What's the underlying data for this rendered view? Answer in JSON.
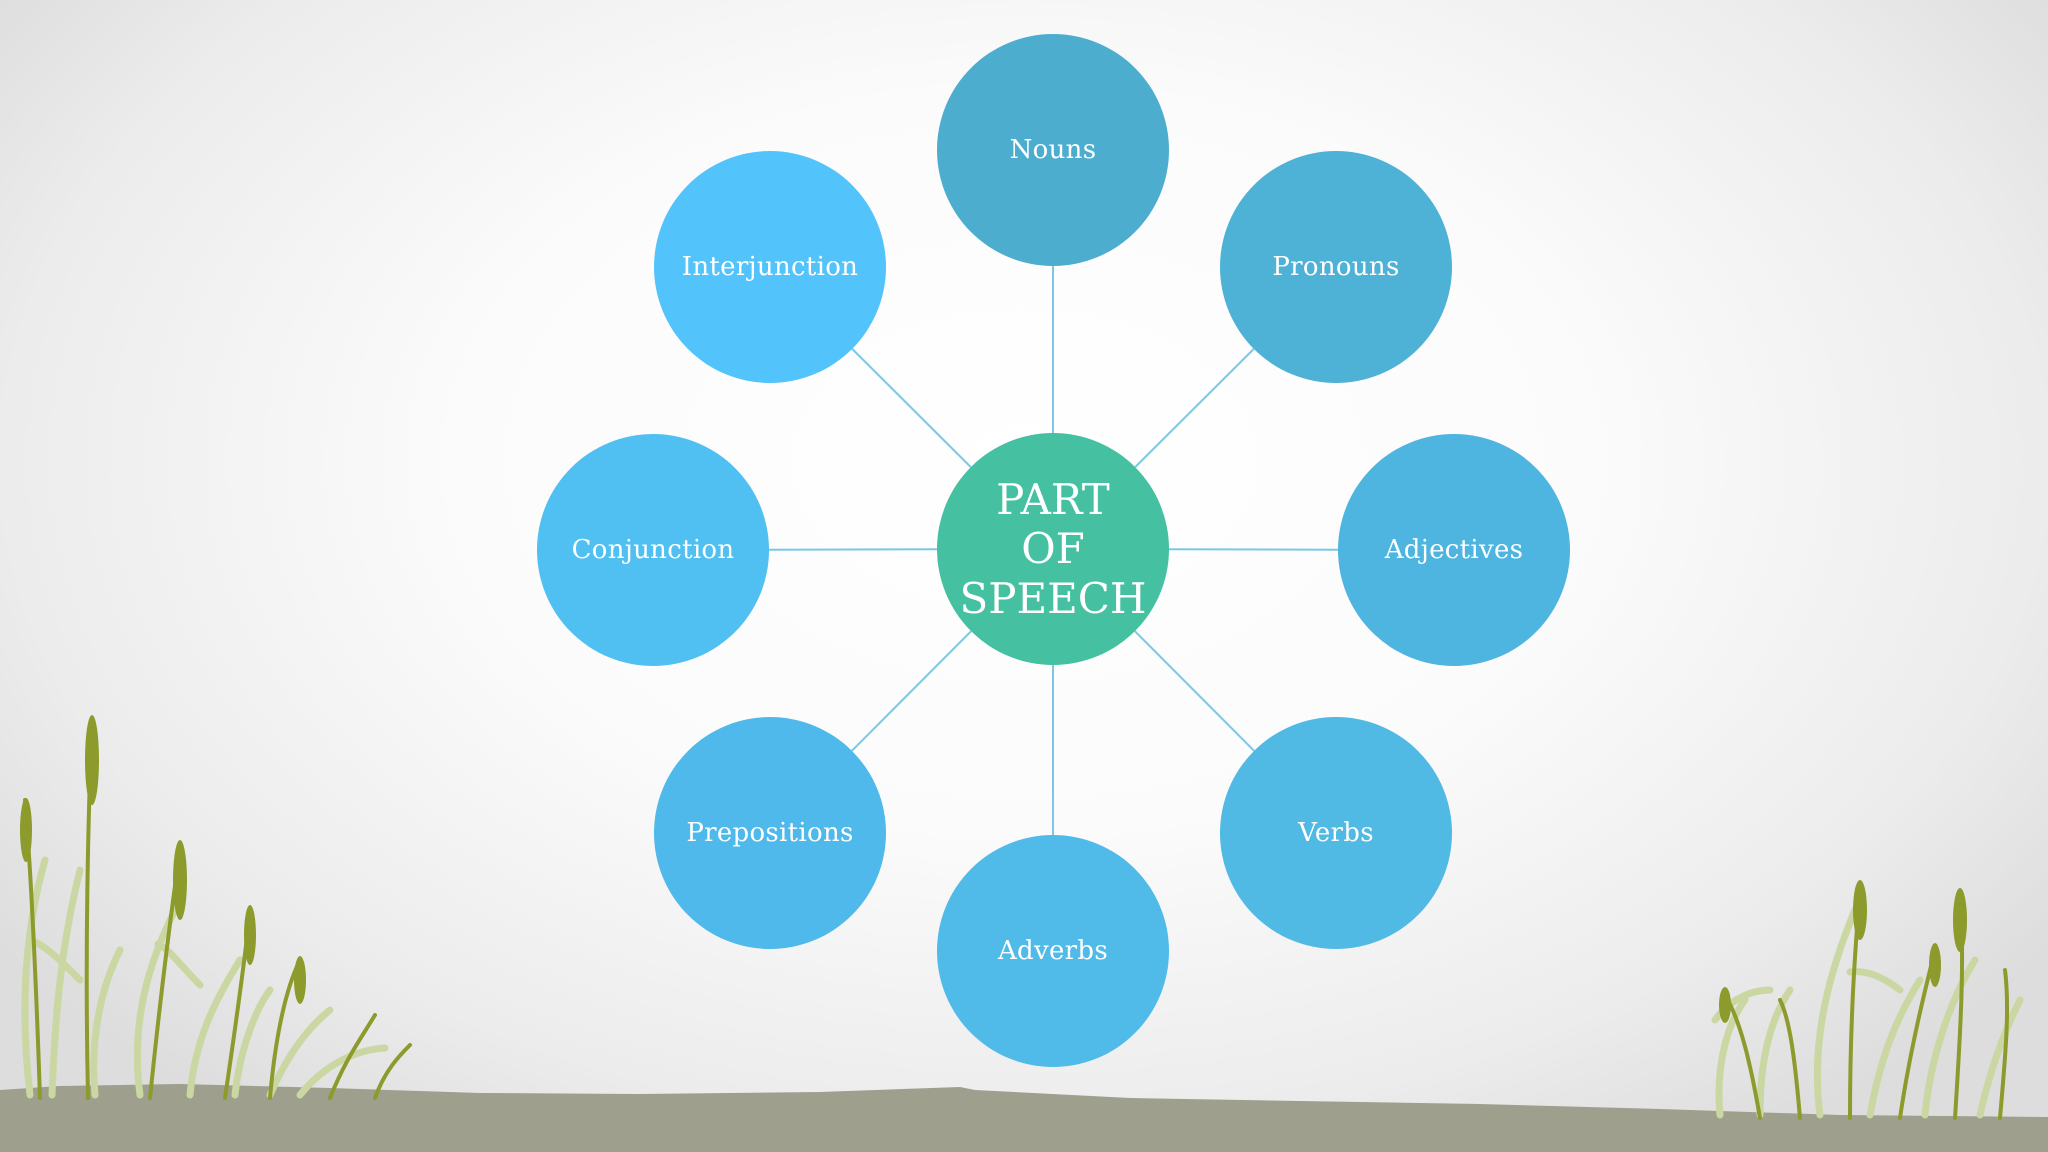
{
  "diagram": {
    "center": {
      "lines": [
        "PART",
        "OF",
        "SPEECH"
      ],
      "color": "#45c1a1"
    },
    "nodes": [
      {
        "id": "nouns",
        "label": "Nouns",
        "color": "#4cadcf"
      },
      {
        "id": "pronouns",
        "label": "Pronouns",
        "color": "#4eb1d6"
      },
      {
        "id": "adjectives",
        "label": "Adjectives",
        "color": "#4db5df"
      },
      {
        "id": "verbs",
        "label": "Verbs",
        "color": "#50b9e4"
      },
      {
        "id": "adverbs",
        "label": "Adverbs",
        "color": "#50bbe9"
      },
      {
        "id": "prepositions",
        "label": "Prepositions",
        "color": "#4fb9eb"
      },
      {
        "id": "conjunction",
        "label": "Conjunction",
        "color": "#50bff1"
      },
      {
        "id": "interjunction",
        "label": "Interjunction",
        "color": "#53c4fb"
      }
    ],
    "connector_color": "#7ac8e6"
  },
  "scenery": {
    "ground_color": "#9e9f8c",
    "grass_dark": "#8d9a2c",
    "grass_light": "#cbd7a2"
  }
}
